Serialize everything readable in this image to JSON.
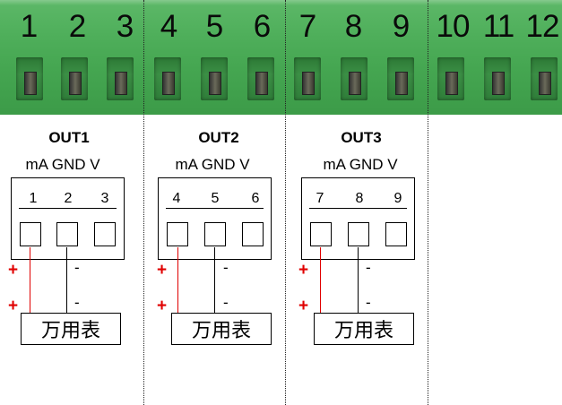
{
  "terminal_pins": [
    "1",
    "2",
    "3",
    "4",
    "5",
    "6",
    "7",
    "8",
    "9",
    "10",
    "11",
    "12"
  ],
  "outputs": [
    {
      "title": "OUT1",
      "columns": "mA GND V",
      "pins": [
        "1",
        "2",
        "3"
      ],
      "plus": "+",
      "minus": "-",
      "meter": "万用表"
    },
    {
      "title": "OUT2",
      "columns": "mA GND V",
      "pins": [
        "4",
        "5",
        "6"
      ],
      "plus": "+",
      "minus": "-",
      "meter": "万用表"
    },
    {
      "title": "OUT3",
      "columns": "mA GND V",
      "pins": [
        "7",
        "8",
        "9"
      ],
      "plus": "+",
      "minus": "-",
      "meter": "万用表"
    }
  ],
  "colors": {
    "terminal_green": "#4faf5b",
    "positive_wire": "#e00000",
    "negative_wire": "#000000"
  }
}
